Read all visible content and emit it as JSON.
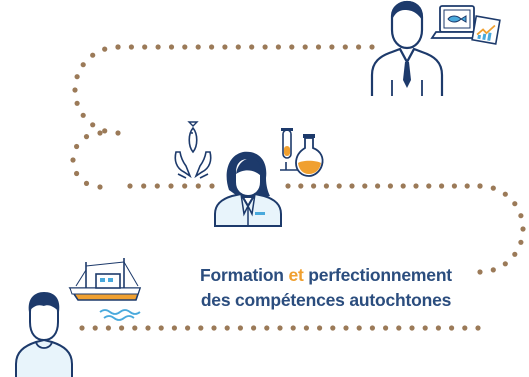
{
  "caption": {
    "line1_part1": "Formation ",
    "line1_part2": "et",
    "line1_part3": " perfectionnement",
    "line2": "des compétences autochtones"
  },
  "colors": {
    "text_blue": "#2b4d7e",
    "accent_orange": "#f0a030",
    "dots_brown": "#9b7a58",
    "icon_navy": "#1d3a6b",
    "water_blue": "#49a9dc",
    "shirt_light": "#e8f4fb"
  },
  "figures": [
    {
      "role": "analyst",
      "icon": "businessman-icon",
      "props": [
        "laptop-fish-icon",
        "chart-icon"
      ]
    },
    {
      "role": "scientist",
      "icon": "scientist-woman-icon",
      "props": [
        "hands-fish-icon",
        "lab-flasks-icon"
      ]
    },
    {
      "role": "fisher",
      "icon": "young-man-icon",
      "props": [
        "fishing-boat-icon",
        "waves-icon"
      ]
    }
  ]
}
